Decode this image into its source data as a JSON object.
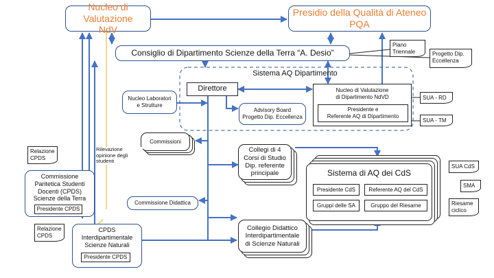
{
  "nodes": {
    "ndv": {
      "line1": "Nucleo di Valutazione",
      "line2": "NdV"
    },
    "pqa": {
      "line1": "Presidio della Qualità di Ateneo",
      "line2": "PQA"
    },
    "consiglio": "Consiglio di Dipartimento Scienze della Terra “A. Desio”",
    "sistema_aq_dip": "Sistema AQ Dipartimento",
    "direttore": "Direttore",
    "nucleo_lab": {
      "line1": "Nucleo Laboratori",
      "line2": "e Strutture"
    },
    "advisory": {
      "line1": "Advisory Board",
      "line2": "Progetto Dip. Eccellenza"
    },
    "ndvd": {
      "line1": "Nucleo di Valutazione",
      "line2": "di Dipartimento NdVD"
    },
    "presidente_ref": {
      "line1": "Presidente e",
      "line2": "Referente AQ di Dipartimento"
    },
    "commissioni": "Commissioni",
    "collegi4": {
      "line1": "Collegi di 4",
      "line2": "Corsi di Studio",
      "line3": "Dip. referente",
      "line4": "principale"
    },
    "sistema_cds": "Sistema di AQ dei CdS",
    "presidente_cds": "Presidente CdS",
    "referente_cds": "Referente AQ  del CdS",
    "gruppi_sa": "Gruppi delle SA",
    "gruppo_riesame": "Gruppo del Riesame",
    "cpds_terra": {
      "line1": "Commissione",
      "line2": "Paritetica Studenti",
      "line3": "Docenti (CPDS)",
      "line4": "Scienze della Terra"
    },
    "presidente_cpds_1": "Presidente CPDS",
    "cpds_inter": {
      "line1": "CPDS",
      "line2": "Interdipartimentale",
      "line3": "Scienze Naturali"
    },
    "presidente_cpds_2": "Presidente CPDS",
    "commissione_didattica": "Commissione Didattica",
    "collegio_didattico": {
      "line1": "Collegio Didattico",
      "line2": "Interdipartimentale",
      "line3": "di Scienze Naturali"
    },
    "rilevazione": {
      "line1": "Rilevazione",
      "line2": "opinione degli",
      "line3": "studenti"
    }
  },
  "documents": {
    "piano": {
      "line1": "Piano",
      "line2": "Triennale"
    },
    "progetto": {
      "line1": "Progetto Dip.",
      "line2": "Eccellenza"
    },
    "sua_rd": "SUA - RD",
    "sua_tm": "SUA - TM",
    "relazione_1": {
      "line1": "Relazione",
      "line2": "CPDS"
    },
    "relazione_2": {
      "line1": "Relazione",
      "line2": "CPDS"
    },
    "sua_cds": "SUA CdS",
    "sma": "SMA",
    "riesame": {
      "line1": "Riesame",
      "line2": "ciclico"
    }
  },
  "colors": {
    "connector": "#4472c4",
    "orange_line": "#f4b942",
    "title_orange": "#ed7d31"
  }
}
